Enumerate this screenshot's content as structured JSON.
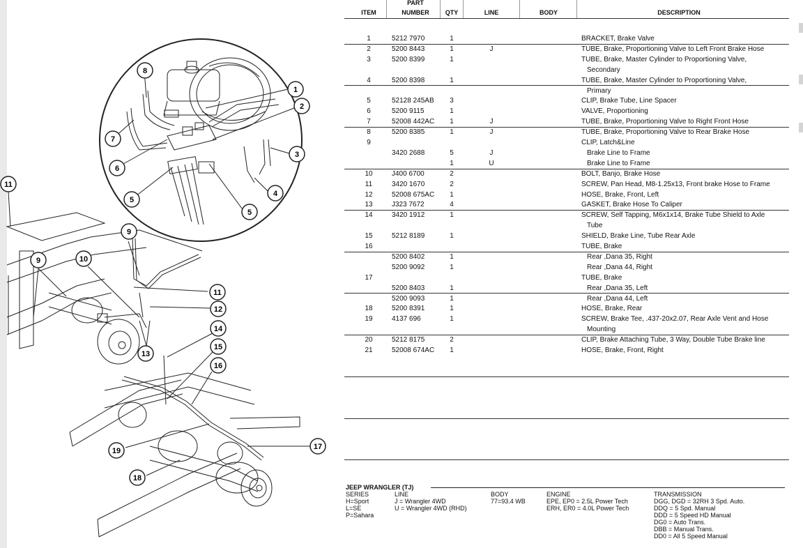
{
  "headers": {
    "item": "ITEM",
    "part_top": "PART",
    "part_bottom": "NUMBER",
    "qty": "QTY",
    "line": "LINE",
    "body": "BODY",
    "description": "DESCRIPTION"
  },
  "rows": [
    {
      "item": "1",
      "pn": "5212 7970",
      "qty": "1",
      "line": "",
      "desc": "BRACKET, Brake Valve"
    },
    {
      "item": "2",
      "pn": "5200 8443",
      "qty": "1",
      "line": "J",
      "desc": "TUBE, Brake, Proportioning Valve to Left Front Brake Hose"
    },
    {
      "item": "3",
      "pn": "5200 8399",
      "qty": "1",
      "line": "",
      "desc": "TUBE, Brake, Master Cylinder to Proportioning Valve,"
    },
    {
      "item": "",
      "pn": "",
      "qty": "",
      "line": "",
      "desc": "Secondary",
      "indent": true
    },
    {
      "item": "4",
      "pn": "5200 8398",
      "qty": "1",
      "line": "",
      "desc": "TUBE, Brake, Master Cylinder to Proportioning Valve,"
    },
    {
      "item": "",
      "pn": "",
      "qty": "",
      "line": "",
      "desc": "Primary",
      "indent": true
    },
    {
      "item": "5",
      "pn": "52128 245AB",
      "qty": "3",
      "line": "",
      "desc": "CLIP, Brake Tube, Line Spacer"
    },
    {
      "item": "6",
      "pn": "5200 9115",
      "qty": "1",
      "line": "",
      "desc": "VALVE, Proportioning"
    },
    {
      "item": "7",
      "pn": "52008 442AC",
      "qty": "1",
      "line": "J",
      "desc": "TUBE, Brake, Proportioning Valve to Right Front Hose"
    },
    {
      "item": "8",
      "pn": "5200 8385",
      "qty": "1",
      "line": "J",
      "desc": "TUBE, Brake, Proportioning Valve to Rear Brake Hose"
    },
    {
      "item": "9",
      "pn": "",
      "qty": "",
      "line": "",
      "desc": "CLIP, Latch&Line"
    },
    {
      "item": "",
      "pn": "3420 2688",
      "qty": "5",
      "line": "J",
      "desc": "Brake Line to Frame",
      "indent": true
    },
    {
      "item": "",
      "pn": "",
      "qty": "1",
      "line": "U",
      "desc": "Brake Line to Frame",
      "indent": true
    },
    {
      "item": "10",
      "pn": "J400 6700",
      "qty": "2",
      "line": "",
      "desc": "BOLT, Banjo, Brake Hose"
    },
    {
      "item": "11",
      "pn": "3420 1670",
      "qty": "2",
      "line": "",
      "desc": "SCREW, Pan Head, M8-1.25x13, Front brake Hose to Frame"
    },
    {
      "item": "12",
      "pn": "52008 675AC",
      "qty": "1",
      "line": "",
      "desc": "HOSE, Brake, Front, Left"
    },
    {
      "item": "13",
      "pn": "J323 7672",
      "qty": "4",
      "line": "",
      "desc": "GASKET, Brake Hose To Caliper"
    },
    {
      "item": "14",
      "pn": "3420 1912",
      "qty": "1",
      "line": "",
      "desc": "SCREW, Self Tapping, M6x1x14, Brake Tube Shield to Axle"
    },
    {
      "item": "",
      "pn": "",
      "qty": "",
      "line": "",
      "desc": "Tube",
      "indent": true
    },
    {
      "item": "15",
      "pn": "5212 8189",
      "qty": "1",
      "line": "",
      "desc": "SHIELD, Brake Line, Tube Rear Axle"
    },
    {
      "item": "16",
      "pn": "",
      "qty": "",
      "line": "",
      "desc": "TUBE, Brake"
    },
    {
      "item": "",
      "pn": "5200 8402",
      "qty": "1",
      "line": "",
      "desc": "Rear ,Dana 35, Right",
      "indent": true
    },
    {
      "item": "",
      "pn": "5200 9092",
      "qty": "1",
      "line": "",
      "desc": "Rear ,Dana 44, Right",
      "indent": true
    },
    {
      "item": "17",
      "pn": "",
      "qty": "",
      "line": "",
      "desc": "TUBE, Brake"
    },
    {
      "item": "",
      "pn": "5200 8403",
      "qty": "1",
      "line": "",
      "desc": "Rear ,Dana 35, Left",
      "indent": true
    },
    {
      "item": "",
      "pn": "5200 9093",
      "qty": "1",
      "line": "",
      "desc": "Rear ,Dana 44, Left",
      "indent": true
    },
    {
      "item": "18",
      "pn": "5200 8391",
      "qty": "1",
      "line": "",
      "desc": "HOSE, Brake, Rear"
    },
    {
      "item": "19",
      "pn": "4137 696",
      "qty": "1",
      "line": "",
      "desc": "SCREW, Brake Tee, .437-20x2.07, Rear Axle Vent and Hose"
    },
    {
      "item": "",
      "pn": "",
      "qty": "",
      "line": "",
      "desc": "Mounting",
      "indent": true
    },
    {
      "item": "20",
      "pn": "5212 8175",
      "qty": "2",
      "line": "",
      "desc": "CLIP, Brake Attaching Tube, 3 Way, Double Tube Brake line"
    },
    {
      "item": "21",
      "pn": "52008 674AC",
      "qty": "1",
      "line": "",
      "desc": "HOSE, Brake, Front, Right"
    }
  ],
  "footer": {
    "model": "JEEP WRANGLER (TJ)",
    "series_title": "SERIES",
    "series": [
      "H=Sport",
      "L=SE",
      "P=Sahara"
    ],
    "line_title": "LINE",
    "line": [
      "J = Wrangler 4WD",
      "U = Wrangler 4WD (RHD)"
    ],
    "body_title": "BODY",
    "body": [
      "77=93.4 WB"
    ],
    "engine_title": "ENGINE",
    "engine": [
      "EPE, EP0 = 2.5L Power Tech",
      "ERH, ER0 = 4.0L Power Tech"
    ],
    "transmission_title": "TRANSMISSION",
    "transmission": [
      "DGG, DGD = 32RH 3 Spd. Auto.",
      "DDQ = 5 Spd. Manual",
      "DDD = 5 Speed HD Manual",
      "DG0 = Auto Trans.",
      "DBB = Manual Trans.",
      "DD0 = All 5 Speed Manual"
    ]
  },
  "callouts": [
    "1",
    "2",
    "3",
    "4",
    "5",
    "5",
    "6",
    "7",
    "8",
    "9",
    "9",
    "10",
    "11",
    "12",
    "13",
    "14",
    "15",
    "16",
    "17",
    "18",
    "19",
    "11"
  ]
}
